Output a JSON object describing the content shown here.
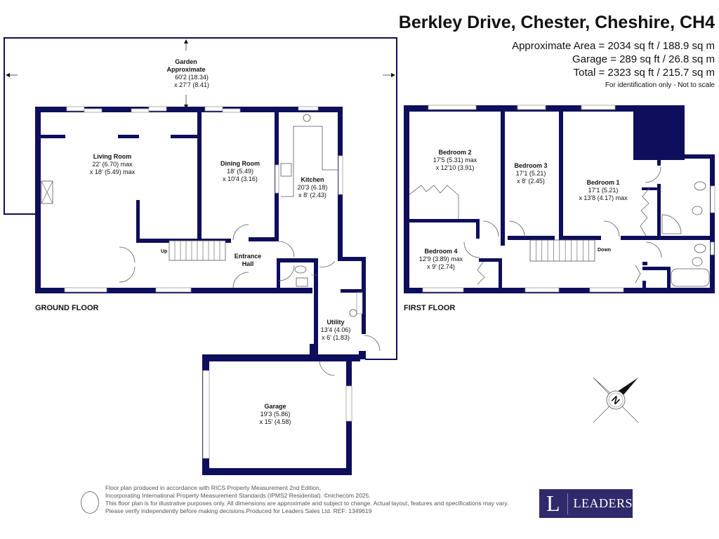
{
  "header": {
    "title": "Berkley Drive, Chester, Cheshire, CH4",
    "area_lines": [
      "Approximate Area = 2034 sq ft / 188.9 sq m",
      "Garage = 289 sq ft / 26.8 sq m",
      "Total = 2323 sq ft / 215.7 sq m"
    ],
    "note": "For identification only - Not to scale"
  },
  "ground_floor": {
    "label": "GROUND FLOOR",
    "rooms": {
      "garden": {
        "name_1": "Garden",
        "name_2": "Approximate",
        "dim_1": "60'2 (18.34)",
        "dim_2": "x 27'7 (8.41)"
      },
      "living": {
        "name": "Living Room",
        "dim_1": "22' (6.70) max",
        "dim_2": "x 18' (5.49) max"
      },
      "dining": {
        "name": "Dining Room",
        "dim_1": "18' (5.49)",
        "dim_2": "x 10'4 (3.16)"
      },
      "kitchen": {
        "name": "Kitchen",
        "dim_1": "20'3 (6.18)",
        "dim_2": "x 8' (2.43)"
      },
      "hall": {
        "name_1": "Entrance",
        "name_2": "Hall"
      },
      "utility": {
        "name": "Utility",
        "dim_1": "13'4 (4.06)",
        "dim_2": "x 6' (1.83)"
      },
      "garage": {
        "name": "Garage",
        "dim_1": "19'3 (5.86)",
        "dim_2": "x 15' (4.58)"
      }
    },
    "stairs_label": "Up"
  },
  "first_floor": {
    "label": "FIRST FLOOR",
    "rooms": {
      "bed2": {
        "name": "Bedroom 2",
        "dim_1": "17'5 (5.31) max",
        "dim_2": "x 12'10 (3.91)"
      },
      "bed3": {
        "name": "Bedroom 3",
        "dim_1": "17'1 (5.21)",
        "dim_2": "x 8' (2.45)"
      },
      "bed1": {
        "name": "Bedroom 1",
        "dim_1": "17'1 (5.21)",
        "dim_2": "x 13'8 (4.17) max"
      },
      "bed4": {
        "name": "Bedroom 4",
        "dim_1": "12'9 (3.89) max",
        "dim_2": "x 9' (2.74)"
      }
    },
    "stairs_label": "Down"
  },
  "compass": {
    "label": "N"
  },
  "footer": {
    "lines": [
      "Floor plan produced in accordance with RICS Property Measurement 2nd Edition,",
      "Incorporating International Property Measurement Standards (IPMS2 Residential).   ©nichecom 2025.",
      "This floor plan is for illustrative purposes only. All dimensions are approximate and subject to change. Actual layout, features and specifications may vary.",
      "Please verify independently before making decisions.Produced for Leaders Sales Ltd.   REF:  1349619"
    ]
  },
  "logo": {
    "letter": "L",
    "text": "LEADERS",
    "bg_color": "#2e2a6b"
  },
  "colors": {
    "wall": "#0e0e5c"
  }
}
